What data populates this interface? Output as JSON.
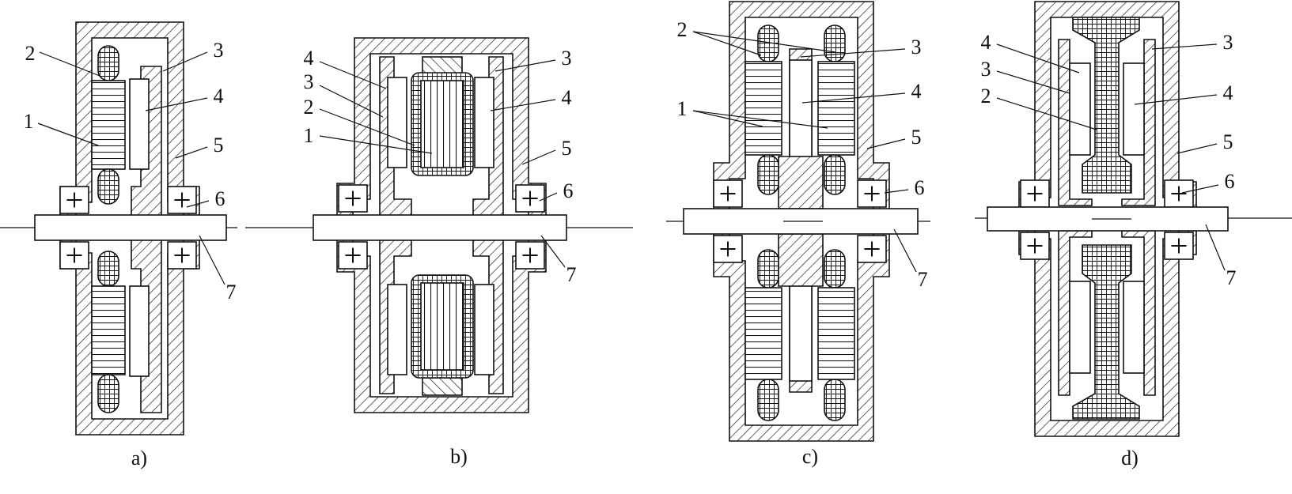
{
  "figures": [
    {
      "caption": "a)",
      "labels": [
        "2",
        "3",
        "1",
        "4",
        "5",
        "6",
        "7"
      ]
    },
    {
      "caption": "b)",
      "labels": [
        "4",
        "3",
        "2",
        "1",
        "3",
        "4",
        "5",
        "6",
        "7"
      ]
    },
    {
      "caption": "c)",
      "labels": [
        "2",
        "3",
        "4",
        "1",
        "5",
        "6",
        "7"
      ]
    },
    {
      "caption": "d)",
      "labels": [
        "4",
        "3",
        "2",
        "3",
        "4",
        "5",
        "6",
        "7"
      ]
    }
  ],
  "colors": {
    "line": "#111111",
    "fill": "#ffffff"
  }
}
